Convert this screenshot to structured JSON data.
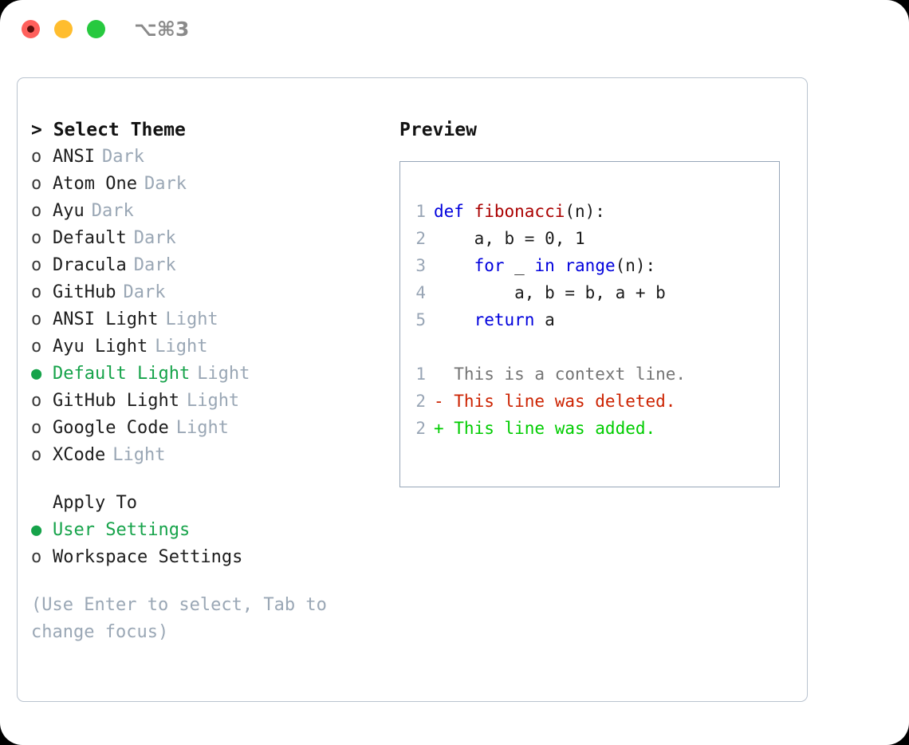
{
  "titlebar": {
    "shortcut": "⌥⌘3",
    "buttons": [
      {
        "name": "close",
        "color": "#ff605c"
      },
      {
        "name": "minimize",
        "color": "#ffbd2e"
      },
      {
        "name": "zoom",
        "color": "#27c93f"
      }
    ]
  },
  "theme_list": {
    "header": "> Select Theme",
    "items": [
      {
        "marker": "o",
        "label": "ANSI",
        "tag": "Dark",
        "selected": false
      },
      {
        "marker": "o",
        "label": "Atom One",
        "tag": "Dark",
        "selected": false
      },
      {
        "marker": "o",
        "label": "Ayu",
        "tag": "Dark",
        "selected": false
      },
      {
        "marker": "o",
        "label": "Default",
        "tag": "Dark",
        "selected": false
      },
      {
        "marker": "o",
        "label": "Dracula",
        "tag": "Dark",
        "selected": false
      },
      {
        "marker": "o",
        "label": "GitHub",
        "tag": "Dark",
        "selected": false
      },
      {
        "marker": "o",
        "label": "ANSI Light",
        "tag": "Light",
        "selected": false
      },
      {
        "marker": "o",
        "label": "Ayu Light",
        "tag": "Light",
        "selected": false
      },
      {
        "marker": "●",
        "label": "Default Light",
        "tag": "Light",
        "selected": true
      },
      {
        "marker": "o",
        "label": "GitHub Light",
        "tag": "Light",
        "selected": false
      },
      {
        "marker": "o",
        "label": "Google Code",
        "tag": "Light",
        "selected": false
      },
      {
        "marker": "o",
        "label": "XCode",
        "tag": "Light",
        "selected": false
      }
    ]
  },
  "apply_to": {
    "title": "Apply To",
    "options": [
      {
        "marker": "●",
        "label": "User Settings",
        "selected": true
      },
      {
        "marker": "o",
        "label": "Workspace Settings",
        "selected": false
      }
    ]
  },
  "hint": "(Use Enter to select, Tab to change focus)",
  "preview": {
    "title": "Preview",
    "code_lines": [
      {
        "number": "1",
        "tokens": [
          {
            "text": "def ",
            "type": "kw"
          },
          {
            "text": "fibonacci",
            "type": "fn"
          },
          {
            "text": "(n):",
            "type": "plain"
          }
        ]
      },
      {
        "number": "2",
        "tokens": [
          {
            "text": "    a, b = 0, 1",
            "type": "plain"
          }
        ]
      },
      {
        "number": "3",
        "tokens": [
          {
            "text": "    ",
            "type": "plain"
          },
          {
            "text": "for",
            "type": "kw"
          },
          {
            "text": " _ ",
            "type": "plain"
          },
          {
            "text": "in ",
            "type": "kw"
          },
          {
            "text": "range",
            "type": "kw"
          },
          {
            "text": "(n):",
            "type": "plain"
          }
        ]
      },
      {
        "number": "4",
        "tokens": [
          {
            "text": "        a, b = b, a + b",
            "type": "plain"
          }
        ]
      },
      {
        "number": "5",
        "tokens": [
          {
            "text": "    ",
            "type": "plain"
          },
          {
            "text": "return",
            "type": "kw"
          },
          {
            "text": " a",
            "type": "plain"
          }
        ]
      }
    ],
    "diff_lines": [
      {
        "number": "1",
        "text": "  This is a context line.",
        "type": "ctx"
      },
      {
        "number": "2",
        "text": "- This line was deleted.",
        "type": "del"
      },
      {
        "number": "2",
        "text": "+ This line was added.",
        "type": "add"
      }
    ]
  },
  "colors": {
    "selection_green": "#16a34a",
    "diff_add_green": "#00cc00",
    "diff_del_red": "#cc2200",
    "keyword_blue": "#0000dd",
    "function_red": "#aa0000",
    "muted_grey": "#9aa7b5",
    "panel_border": "#97a6b8"
  }
}
